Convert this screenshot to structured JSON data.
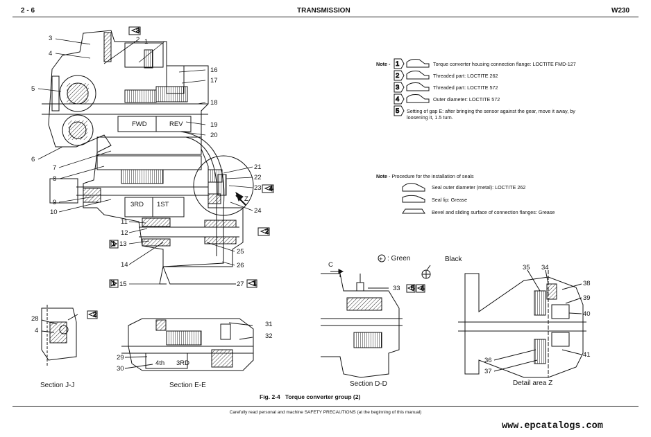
{
  "header": {
    "page": "2 - 6",
    "title": "TRANSMISSION",
    "model": "W230"
  },
  "notes_top": {
    "label": "Note -",
    "items": [
      {
        "num": "1",
        "text": "Torque converter housing connection flange: LOCTITE FMD-127"
      },
      {
        "num": "2",
        "text": "Threaded part: LOCTITE 262"
      },
      {
        "num": "3",
        "text": "Threaded part: LOCTITE 572"
      },
      {
        "num": "4",
        "text": "Outer diameter: LOCTITE 572"
      },
      {
        "num": "5",
        "text": "Setting of gap E: after bringing the sensor against the gear, move it away, by",
        "text2": "loosening it, 1.5 turn."
      }
    ]
  },
  "notes_seals": {
    "label": "Note",
    "title": " - Procedure for the installation of seals",
    "items": [
      {
        "text": "Seal outer diameter (metal): LOCTITE 262"
      },
      {
        "text": "Seal lip: Grease"
      },
      {
        "text": "Bevel and sliding surface of connection flanges: Grease"
      }
    ]
  },
  "wires": {
    "plus_symbol": "+",
    "green": ": Green",
    "black": "Black",
    "c_label": "C"
  },
  "callouts": [
    "1",
    "2",
    "3",
    "4",
    "5",
    "6",
    "7",
    "8",
    "9",
    "10",
    "11",
    "12",
    "13",
    "14",
    "15",
    "16",
    "17",
    "18",
    "19",
    "20",
    "21",
    "22",
    "23",
    "24",
    "25",
    "26",
    "27",
    "28",
    "29",
    "30",
    "31",
    "32",
    "33",
    "34",
    "35",
    "36",
    "37",
    "38",
    "39",
    "40",
    "41"
  ],
  "flags": [
    "1",
    "2",
    "3",
    "4",
    "5"
  ],
  "main_view_labels": {
    "fwd": "FWD",
    "rev": "REV",
    "g3rd": "3RD",
    "g1st": "1ST",
    "z": "Z"
  },
  "sections": {
    "jj": "Section   J-J",
    "ee": "Section   E-E",
    "dd": "Section  D-D",
    "z": "Detail area   Z"
  },
  "ee_labels": {
    "l4th": "4th",
    "l3rd": "3RD"
  },
  "figure": {
    "number": "Fig. 2-4",
    "title": "Torque converter group (2)"
  },
  "footer": "Carefully read personal and machine SAFETY PRECAUTIONS (at the beginning of this manual)",
  "watermark": "www.epcatalogs.com"
}
